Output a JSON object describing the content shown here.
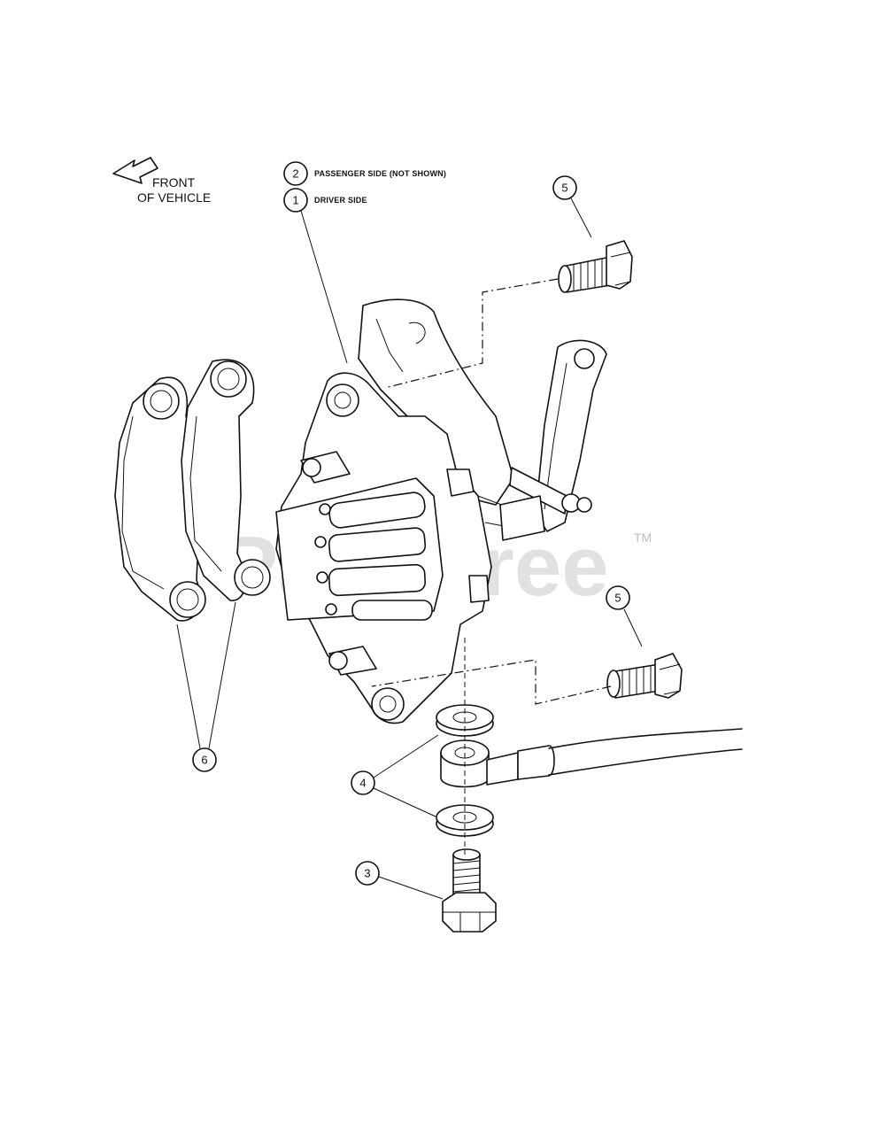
{
  "front_label": {
    "line1": "FRONT",
    "line2": "OF VEHICLE"
  },
  "legend": [
    {
      "number": "2",
      "text": "PASSENGER SIDE (NOT SHOWN)"
    },
    {
      "number": "1",
      "text": "DRIVER SIDE"
    }
  ],
  "callouts": {
    "c3": "3",
    "c4": "4",
    "c5a": "5",
    "c5b": "5",
    "c6": "6"
  },
  "watermark": {
    "text": "PartsTree",
    "tm": "TM"
  },
  "icons": {
    "front_arrow": "front-arrow-icon"
  }
}
